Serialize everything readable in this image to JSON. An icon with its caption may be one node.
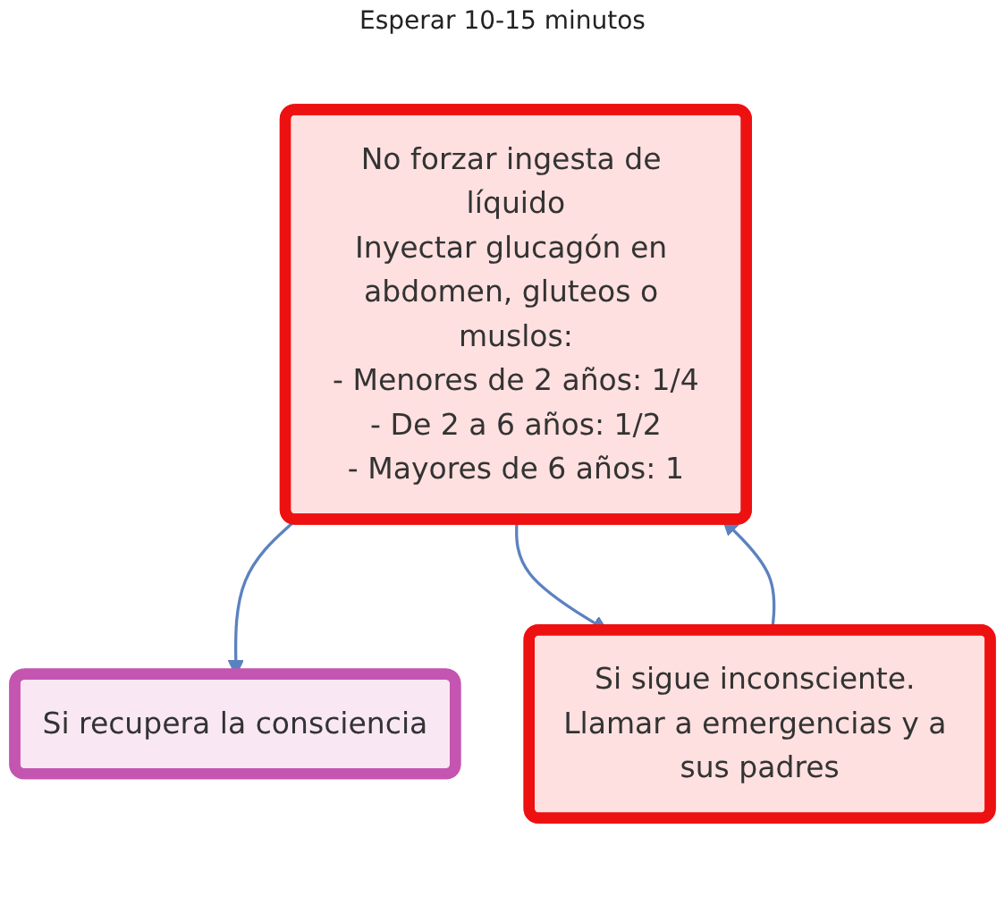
{
  "diagram": {
    "nodes": [
      {
        "text": [
          "No forzar ingesta de líquido",
          "Inyectar glucagón en abdomen, gluteos o muslos:",
          "- Menores de 2 años: 1/4",
          "- De 2 a 6 años: 1/2",
          "- Mayores de 6 años: 1"
        ]
      },
      {
        "text": [
          "Si recupera la consciencia"
        ]
      },
      {
        "text": [
          "Si sigue inconsciente. Llamar a emergencias y a sus padres"
        ]
      }
    ],
    "edges": [
      {
        "from": 0,
        "to": 1,
        "arrow": "to"
      },
      {
        "from": 0,
        "to": 2,
        "arrow": "to"
      },
      {
        "from": 2,
        "to": 0,
        "arrow": "to"
      }
    ],
    "labels": [
      "Esperar 10-15 minutos"
    ]
  }
}
